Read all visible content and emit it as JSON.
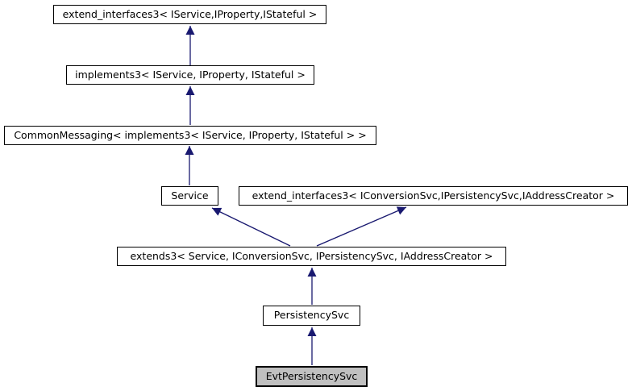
{
  "diagram": {
    "type": "class-inheritance-graph",
    "colors": {
      "arrow": "#191970",
      "node_border": "#000000",
      "node_fill": "#ffffff",
      "highlight_fill": "#c0c0c0",
      "text": "#000000",
      "background": "#ffffff"
    },
    "nodes": [
      {
        "id": "extend_interfaces3_stateful",
        "label": "extend_interfaces3< IService,IProperty,IStateful >",
        "highlighted": false
      },
      {
        "id": "implements3",
        "label": "implements3< IService, IProperty, IStateful >",
        "highlighted": false
      },
      {
        "id": "common_messaging",
        "label": "CommonMessaging< implements3< IService, IProperty, IStateful > >",
        "highlighted": false
      },
      {
        "id": "service",
        "label": "Service",
        "highlighted": false
      },
      {
        "id": "extend_interfaces3_conversion",
        "label": "extend_interfaces3< IConversionSvc,IPersistencySvc,IAddressCreator >",
        "highlighted": false
      },
      {
        "id": "extends3",
        "label": "extends3< Service, IConversionSvc, IPersistencySvc, IAddressCreator >",
        "highlighted": false
      },
      {
        "id": "persistency_svc",
        "label": "PersistencySvc",
        "highlighted": false
      },
      {
        "id": "evt_persistency_svc",
        "label": "EvtPersistencySvc",
        "highlighted": true
      }
    ],
    "edges": [
      {
        "from": "implements3",
        "to": "extend_interfaces3_stateful"
      },
      {
        "from": "common_messaging",
        "to": "implements3"
      },
      {
        "from": "service",
        "to": "common_messaging"
      },
      {
        "from": "extends3",
        "to": "service"
      },
      {
        "from": "extends3",
        "to": "extend_interfaces3_conversion"
      },
      {
        "from": "persistency_svc",
        "to": "extends3"
      },
      {
        "from": "evt_persistency_svc",
        "to": "persistency_svc"
      }
    ]
  }
}
